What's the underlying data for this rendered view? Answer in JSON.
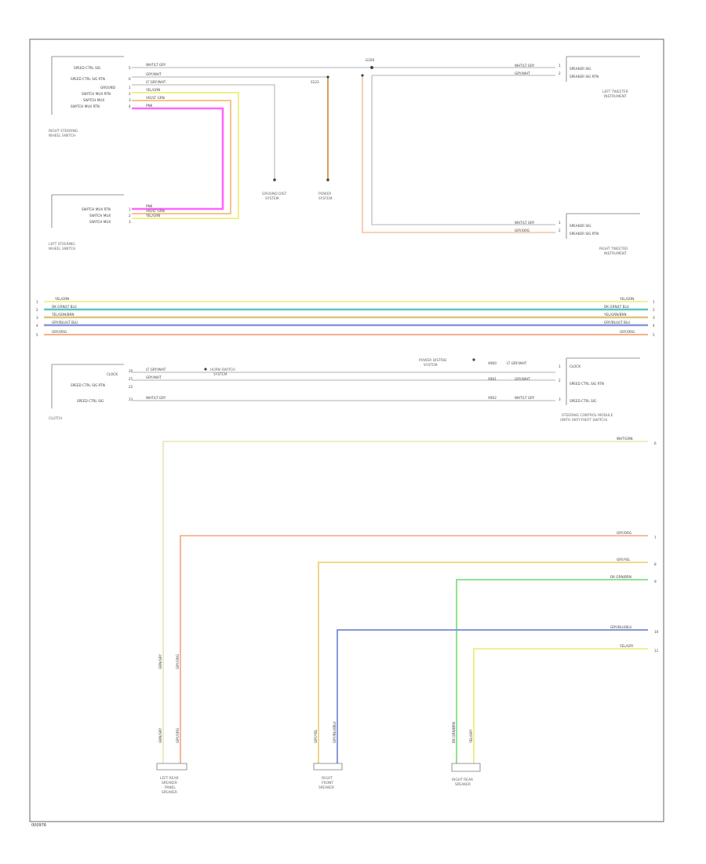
{
  "colors": {
    "magenta": "#ff66ff",
    "yellow": "#f2ee8c",
    "orange": "#f5a57a",
    "tan": "#d8c77a",
    "teal": "#5fc4bf",
    "gray": "#cccccc",
    "blue": "#8797de",
    "green": "#8fe28f",
    "brown": "#d09a80"
  },
  "modules": {
    "right_steering_switch": {
      "name": "RIGHT STEERING\nWHEEL SWITCH",
      "pins": [
        "SPEED CTRL SIG",
        "SPEED CTRL SIG RTN",
        "GROUND",
        "SWITCH MUX RTN",
        "SWITCH MUX",
        "SWITCH MUX RTN"
      ],
      "pin_nums": [
        "5",
        "6",
        "1",
        "2",
        "3",
        "4"
      ],
      "wires": [
        "WHT/LT GRY",
        "GRY/WHT",
        "LT GRY/WHT",
        "YEL/GRN",
        "VIO/LT GRN",
        "PNK"
      ]
    },
    "left_steering_switch": {
      "name": "LEFT STEERING\nWHEEL SWITCH",
      "pins": [
        "SWITCH MUX RTN",
        "SWITCH MUX",
        "SWITCH MUX"
      ],
      "pin_nums": [
        "1",
        "2",
        "3"
      ],
      "wires": [
        "PNK",
        "VIO/LT GRN",
        "YEL/GRN"
      ]
    },
    "left_tweeter": {
      "name": "LEFT TWEETER\nINSTRUMENT",
      "pins": [
        "SPEAKER SIG",
        "SPEAKER SIG RTN"
      ],
      "pin_nums": [
        "1",
        "2"
      ],
      "wires": [
        "WHT/LT GRY",
        "GRY/WHT"
      ]
    },
    "right_tweeter": {
      "name": "RIGHT TWEETER\nINSTRUMENT",
      "pins": [
        "SPEAKER SIG",
        "SPEAKER SIG RTN"
      ],
      "pin_nums": [
        "1",
        "2"
      ],
      "wires": [
        "WHT/LT GRY",
        "GRY/ORG"
      ]
    },
    "clutch": {
      "name": "CLUTCH",
      "pins": [
        "CLOCK",
        "SPEED CTRL SIG RTN",
        "SPEED CTRL SIG"
      ],
      "pin_nums": [
        "20",
        "21",
        "22",
        "23"
      ],
      "wires": [
        "LT GRY/WHT",
        "GRY/WHT",
        "WHT/LT GRY"
      ]
    },
    "steering_control_module": {
      "name": "STEERING CONTROL MODULE\n(WITH ANTI-THEFT SWITCH)",
      "pins": [
        "CLOCK",
        "SPEED CTRL SIG RTN",
        "SPEED CTRL SIG"
      ],
      "pin_nums": [
        "1",
        "2",
        "3"
      ],
      "wires": [
        "LT GRY/WHT",
        "GRY/WHT",
        "WHT/LT GRY"
      ],
      "wire_ids": [
        "X900",
        "X901",
        "X902"
      ]
    }
  },
  "refs": {
    "ground_dist": "GROUND DIST\nSYSTEM",
    "power_dist": "POWER\nSYSTEM",
    "splice": "S123",
    "splice2": "G200",
    "horn_switch": "HORN SWITCH\nSYSTEM",
    "power_dist2": "POWER DISTRIB\nSYSTEM"
  },
  "bus": {
    "wires": [
      "YEL/GRN",
      "DK GRN/LT BLU",
      "TEL/GRN/BRN",
      "GRY/BLU/LT BLU",
      "GRY/ORG"
    ],
    "right_wires": [
      "YEL/GRN",
      "DK GRN/LT BLU",
      "YEL/GRN/BRN",
      "GRY/BLU/LT BLU",
      "GRY/ORG"
    ],
    "pin_nums": [
      "1",
      "2",
      "3",
      "4",
      "5"
    ]
  },
  "lower": {
    "wires": [
      "WHT/GRN",
      "GRY/ORG",
      "GRY/YEL",
      "DK GRN/BRN",
      "GRY/BLU/BLU",
      "YEL/GRY"
    ],
    "pins": [
      "6",
      "7",
      "8",
      "9",
      "10",
      "11"
    ],
    "speakers": {
      "left": "LEFT REAR\nSPEAKER\nPANEL\nSPEAKER",
      "center": "RIGHT\nFRONT\nSPEAKER",
      "right": "RIGHT REAR\nSPEAKER"
    },
    "vertical_tags": [
      "GRN/GRY",
      "GRY/ORG",
      "GRN/GRY",
      "GRY/ORG",
      "GRY/YEL",
      "DK GRN/BRN",
      "GRY/BLU/BLU",
      "YEL/GRY"
    ]
  },
  "footer_tag": "000976"
}
